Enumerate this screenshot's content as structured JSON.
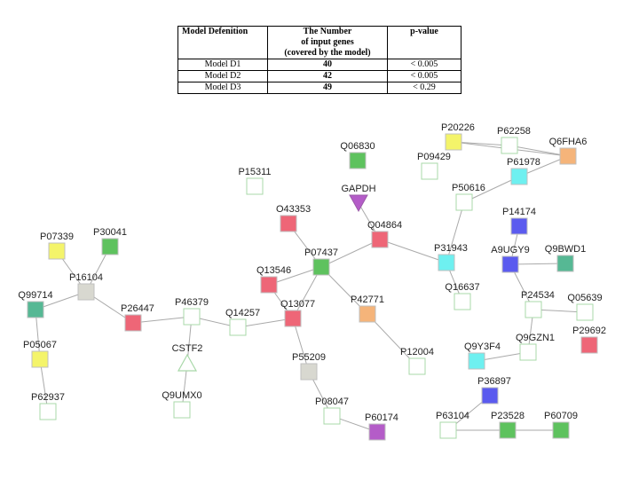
{
  "table": {
    "headers": {
      "model": "Model Defenition",
      "count_lines": [
        "The Number",
        "of input genes",
        "(covered by the model)"
      ],
      "pvalue": "p-value"
    },
    "rows": [
      {
        "model": "Model D1",
        "count": "40",
        "pvalue": "< 0.005"
      },
      {
        "model": "Model D2",
        "count": "42",
        "pvalue": "< 0.005"
      },
      {
        "model": "Model D3",
        "count": "49",
        "pvalue": "< 0.29"
      }
    ]
  },
  "network": {
    "colors": {
      "none": "#ffffff",
      "gray": "#d8d8d0",
      "yellow": "#f4f46a",
      "green": "#5ec25e",
      "teal": "#56b894",
      "red": "#ee6677",
      "orange": "#f5b47a",
      "cyan": "#6ef0f0",
      "blue": "#5b5bef",
      "purple": "#b45cc8",
      "outline": "#a8d8a8",
      "edge": "#aaaaaa"
    },
    "nodes": [
      {
        "id": "P20226",
        "label": "P20226",
        "color": "yellow",
        "shape": "rect"
      },
      {
        "id": "P62258",
        "label": "P62258",
        "color": "none",
        "shape": "rect"
      },
      {
        "id": "Q6FHA6",
        "label": "Q6FHA6",
        "color": "orange",
        "shape": "rect"
      },
      {
        "id": "P09429",
        "label": "P09429",
        "color": "none",
        "shape": "rect"
      },
      {
        "id": "P61978",
        "label": "P61978",
        "color": "cyan",
        "shape": "rect"
      },
      {
        "id": "Q06830",
        "label": "Q06830",
        "color": "green",
        "shape": "rect"
      },
      {
        "id": "GAPDH",
        "label": "GAPDH",
        "color": "purple",
        "shape": "triangle-down"
      },
      {
        "id": "P15311",
        "label": "P15311",
        "color": "none",
        "shape": "rect"
      },
      {
        "id": "P50616",
        "label": "P50616",
        "color": "none",
        "shape": "rect"
      },
      {
        "id": "O43353",
        "label": "O43353",
        "color": "red",
        "shape": "rect"
      },
      {
        "id": "P14174",
        "label": "P14174",
        "color": "blue",
        "shape": "rect"
      },
      {
        "id": "Q04864",
        "label": "Q04864",
        "color": "red",
        "shape": "rect"
      },
      {
        "id": "A9UGY9",
        "label": "A9UGY9",
        "color": "blue",
        "shape": "rect"
      },
      {
        "id": "Q9BWD1",
        "label": "Q9BWD1",
        "color": "teal",
        "shape": "rect"
      },
      {
        "id": "P31943",
        "label": "P31943",
        "color": "cyan",
        "shape": "rect"
      },
      {
        "id": "P07339",
        "label": "P07339",
        "color": "yellow",
        "shape": "rect"
      },
      {
        "id": "P30041",
        "label": "P30041",
        "color": "green",
        "shape": "rect"
      },
      {
        "id": "P07437",
        "label": "P07437",
        "color": "green",
        "shape": "rect"
      },
      {
        "id": "P16104",
        "label": "P16104",
        "color": "gray",
        "shape": "rect"
      },
      {
        "id": "Q13546",
        "label": "Q13546",
        "color": "red",
        "shape": "rect"
      },
      {
        "id": "Q16637",
        "label": "Q16637",
        "color": "none",
        "shape": "rect"
      },
      {
        "id": "Q99714",
        "label": "Q99714",
        "color": "teal",
        "shape": "rect"
      },
      {
        "id": "P42771",
        "label": "P42771",
        "color": "orange",
        "shape": "rect"
      },
      {
        "id": "P24534",
        "label": "P24534",
        "color": "none",
        "shape": "rect"
      },
      {
        "id": "Q05639",
        "label": "Q05639",
        "color": "none",
        "shape": "rect"
      },
      {
        "id": "P26447",
        "label": "P26447",
        "color": "red",
        "shape": "rect"
      },
      {
        "id": "P46379",
        "label": "P46379",
        "color": "none",
        "shape": "rect"
      },
      {
        "id": "Q14257",
        "label": "Q14257",
        "color": "none",
        "shape": "rect"
      },
      {
        "id": "Q13077",
        "label": "Q13077",
        "color": "red",
        "shape": "rect"
      },
      {
        "id": "P29692",
        "label": "P29692",
        "color": "red",
        "shape": "rect"
      },
      {
        "id": "CSTF2",
        "label": "CSTF2",
        "color": "none",
        "shape": "triangle-up"
      },
      {
        "id": "P05067",
        "label": "P05067",
        "color": "yellow",
        "shape": "rect"
      },
      {
        "id": "Q9Y3F4",
        "label": "Q9Y3F4",
        "color": "cyan",
        "shape": "rect"
      },
      {
        "id": "Q9GZN1",
        "label": "Q9GZN1",
        "color": "none",
        "shape": "rect"
      },
      {
        "id": "P55209",
        "label": "P55209",
        "color": "gray",
        "shape": "rect"
      },
      {
        "id": "P12004",
        "label": "P12004",
        "color": "none",
        "shape": "rect"
      },
      {
        "id": "P36897",
        "label": "P36897",
        "color": "blue",
        "shape": "rect"
      },
      {
        "id": "P62937",
        "label": "P62937",
        "color": "none",
        "shape": "rect"
      },
      {
        "id": "Q9UMX0",
        "label": "Q9UMX0",
        "color": "none",
        "shape": "rect"
      },
      {
        "id": "P08047",
        "label": "P08047",
        "color": "none",
        "shape": "rect"
      },
      {
        "id": "P60174",
        "label": "P60174",
        "color": "purple",
        "shape": "rect"
      },
      {
        "id": "P63104",
        "label": "P63104",
        "color": "none",
        "shape": "rect"
      },
      {
        "id": "P23528",
        "label": "P23528",
        "color": "green",
        "shape": "rect"
      },
      {
        "id": "P60709",
        "label": "P60709",
        "color": "green",
        "shape": "rect"
      }
    ],
    "edges": [
      [
        "P20226",
        "P62258"
      ],
      [
        "P62258",
        "Q6FHA6"
      ],
      [
        "P20226",
        "Q6FHA6"
      ],
      [
        "P61978",
        "Q6FHA6"
      ],
      [
        "P61978",
        "P50616"
      ],
      [
        "P50616",
        "P31943"
      ],
      [
        "P31943",
        "Q04864"
      ],
      [
        "P31943",
        "Q16637"
      ],
      [
        "Q04864",
        "GAPDH"
      ],
      [
        "Q04864",
        "P07437"
      ],
      [
        "O43353",
        "P07437"
      ],
      [
        "P07437",
        "Q13546"
      ],
      [
        "P07437",
        "P42771"
      ],
      [
        "P42771",
        "P12004"
      ],
      [
        "Q13546",
        "Q13077"
      ],
      [
        "P07437",
        "Q13077"
      ],
      [
        "Q13077",
        "Q14257"
      ],
      [
        "Q14257",
        "P46379"
      ],
      [
        "P46379",
        "P26447"
      ],
      [
        "P46379",
        "CSTF2"
      ],
      [
        "CSTF2",
        "Q9UMX0"
      ],
      [
        "P26447",
        "P16104"
      ],
      [
        "P16104",
        "P07339"
      ],
      [
        "P16104",
        "P30041"
      ],
      [
        "P16104",
        "Q99714"
      ],
      [
        "Q99714",
        "P05067"
      ],
      [
        "P05067",
        "P62937"
      ],
      [
        "Q13077",
        "P55209"
      ],
      [
        "P55209",
        "P08047"
      ],
      [
        "P08047",
        "P60174"
      ],
      [
        "A9UGY9",
        "Q9BWD1"
      ],
      [
        "P14174",
        "A9UGY9"
      ],
      [
        "A9UGY9",
        "P24534"
      ],
      [
        "P24534",
        "Q05639"
      ],
      [
        "P24534",
        "Q9GZN1"
      ],
      [
        "Q9Y3F4",
        "Q9GZN1"
      ],
      [
        "P36897",
        "P63104"
      ],
      [
        "P63104",
        "P23528"
      ],
      [
        "P23528",
        "P60709"
      ]
    ]
  }
}
